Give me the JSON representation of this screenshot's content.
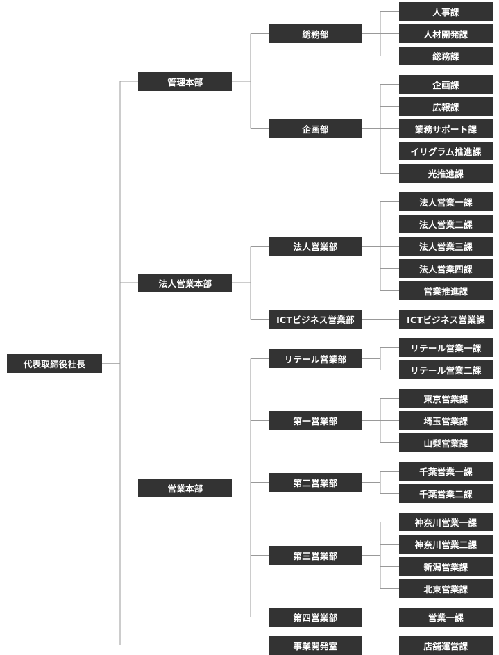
{
  "org": {
    "label": "代表取締役社長",
    "children": [
      {
        "label": "管理本部",
        "children": [
          {
            "label": "総務部",
            "children": [
              {
                "label": "人事課"
              },
              {
                "label": "人材開発課"
              },
              {
                "label": "総務課"
              }
            ]
          },
          {
            "label": "企画部",
            "children": [
              {
                "label": "企画課"
              },
              {
                "label": "広報課"
              },
              {
                "label": "業務サポート課"
              },
              {
                "label": "イリグラム推進課"
              },
              {
                "label": "光推進課"
              }
            ]
          }
        ]
      },
      {
        "label": "法人営業本部",
        "children": [
          {
            "label": "法人営業部",
            "children": [
              {
                "label": "法人営業一課"
              },
              {
                "label": "法人営業二課"
              },
              {
                "label": "法人営業三課"
              },
              {
                "label": "法人営業四課"
              },
              {
                "label": "営業推進課"
              }
            ]
          },
          {
            "label": "ICTビジネス営業部",
            "children": [
              {
                "label": "ICTビジネス営業課"
              }
            ]
          }
        ]
      },
      {
        "label": "営業本部",
        "children": [
          {
            "label": "リテール営業部",
            "children": [
              {
                "label": "リテール営業一課"
              },
              {
                "label": "リテール営業二課"
              }
            ]
          },
          {
            "label": "第一営業部",
            "children": [
              {
                "label": "東京営業課"
              },
              {
                "label": "埼玉営業課"
              },
              {
                "label": "山梨営業課"
              }
            ]
          },
          {
            "label": "第二営業部",
            "children": [
              {
                "label": "千葉営業一課"
              },
              {
                "label": "千葉営業二課"
              }
            ]
          },
          {
            "label": "第三営業部",
            "children": [
              {
                "label": "神奈川営業一課"
              },
              {
                "label": "神奈川営業二課"
              },
              {
                "label": "新潟営業課"
              },
              {
                "label": "北東営業課"
              }
            ]
          },
          {
            "label": "第四営業部",
            "children": [
              {
                "label": "営業一課"
              }
            ]
          }
        ]
      },
      {
        "label": "事業開発室",
        "level": 2,
        "children": [
          {
            "label": "店舗運営課"
          }
        ]
      }
    ]
  },
  "colors": {
    "box": "#333333",
    "text": "#ffffff",
    "line": "#999999"
  }
}
